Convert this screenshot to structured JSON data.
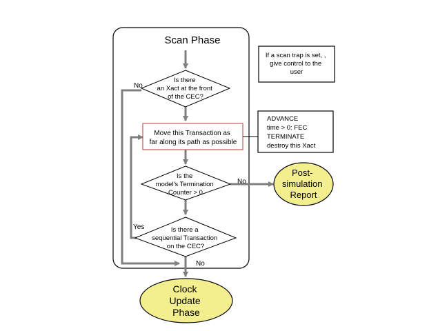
{
  "title": "Scan Phase",
  "decision1": {
    "lines": [
      "Is there",
      "an Xact at the front",
      "of the CEC?"
    ]
  },
  "action1": {
    "lines": [
      "Move this Transaction as",
      "far along its path as possible"
    ]
  },
  "decision2": {
    "lines": [
      "Is the",
      "model's Termination",
      "Counter > 0"
    ]
  },
  "decision3": {
    "lines": [
      "Is there a",
      "sequential Transaction",
      "on the CEC?"
    ]
  },
  "note1": {
    "lines": [
      "If a scan trap is set, ,",
      "give control to the",
      "user"
    ]
  },
  "note2": {
    "lines": [
      "ADVANCE",
      "time > 0: FEC",
      "TERMINATE",
      "destroy this Xact"
    ]
  },
  "report": {
    "lines": [
      "Post-",
      "simulation",
      "Report"
    ]
  },
  "clock": {
    "lines": [
      "Clock",
      "Update",
      "Phase"
    ]
  },
  "labels": {
    "no1": "No",
    "no2": "No",
    "yes": "Yes",
    "no3": "No"
  },
  "colors": {
    "ellipse_fill": "#f3ef8e",
    "action_border": "#b8383d",
    "arrow": "#7f7f7f"
  }
}
